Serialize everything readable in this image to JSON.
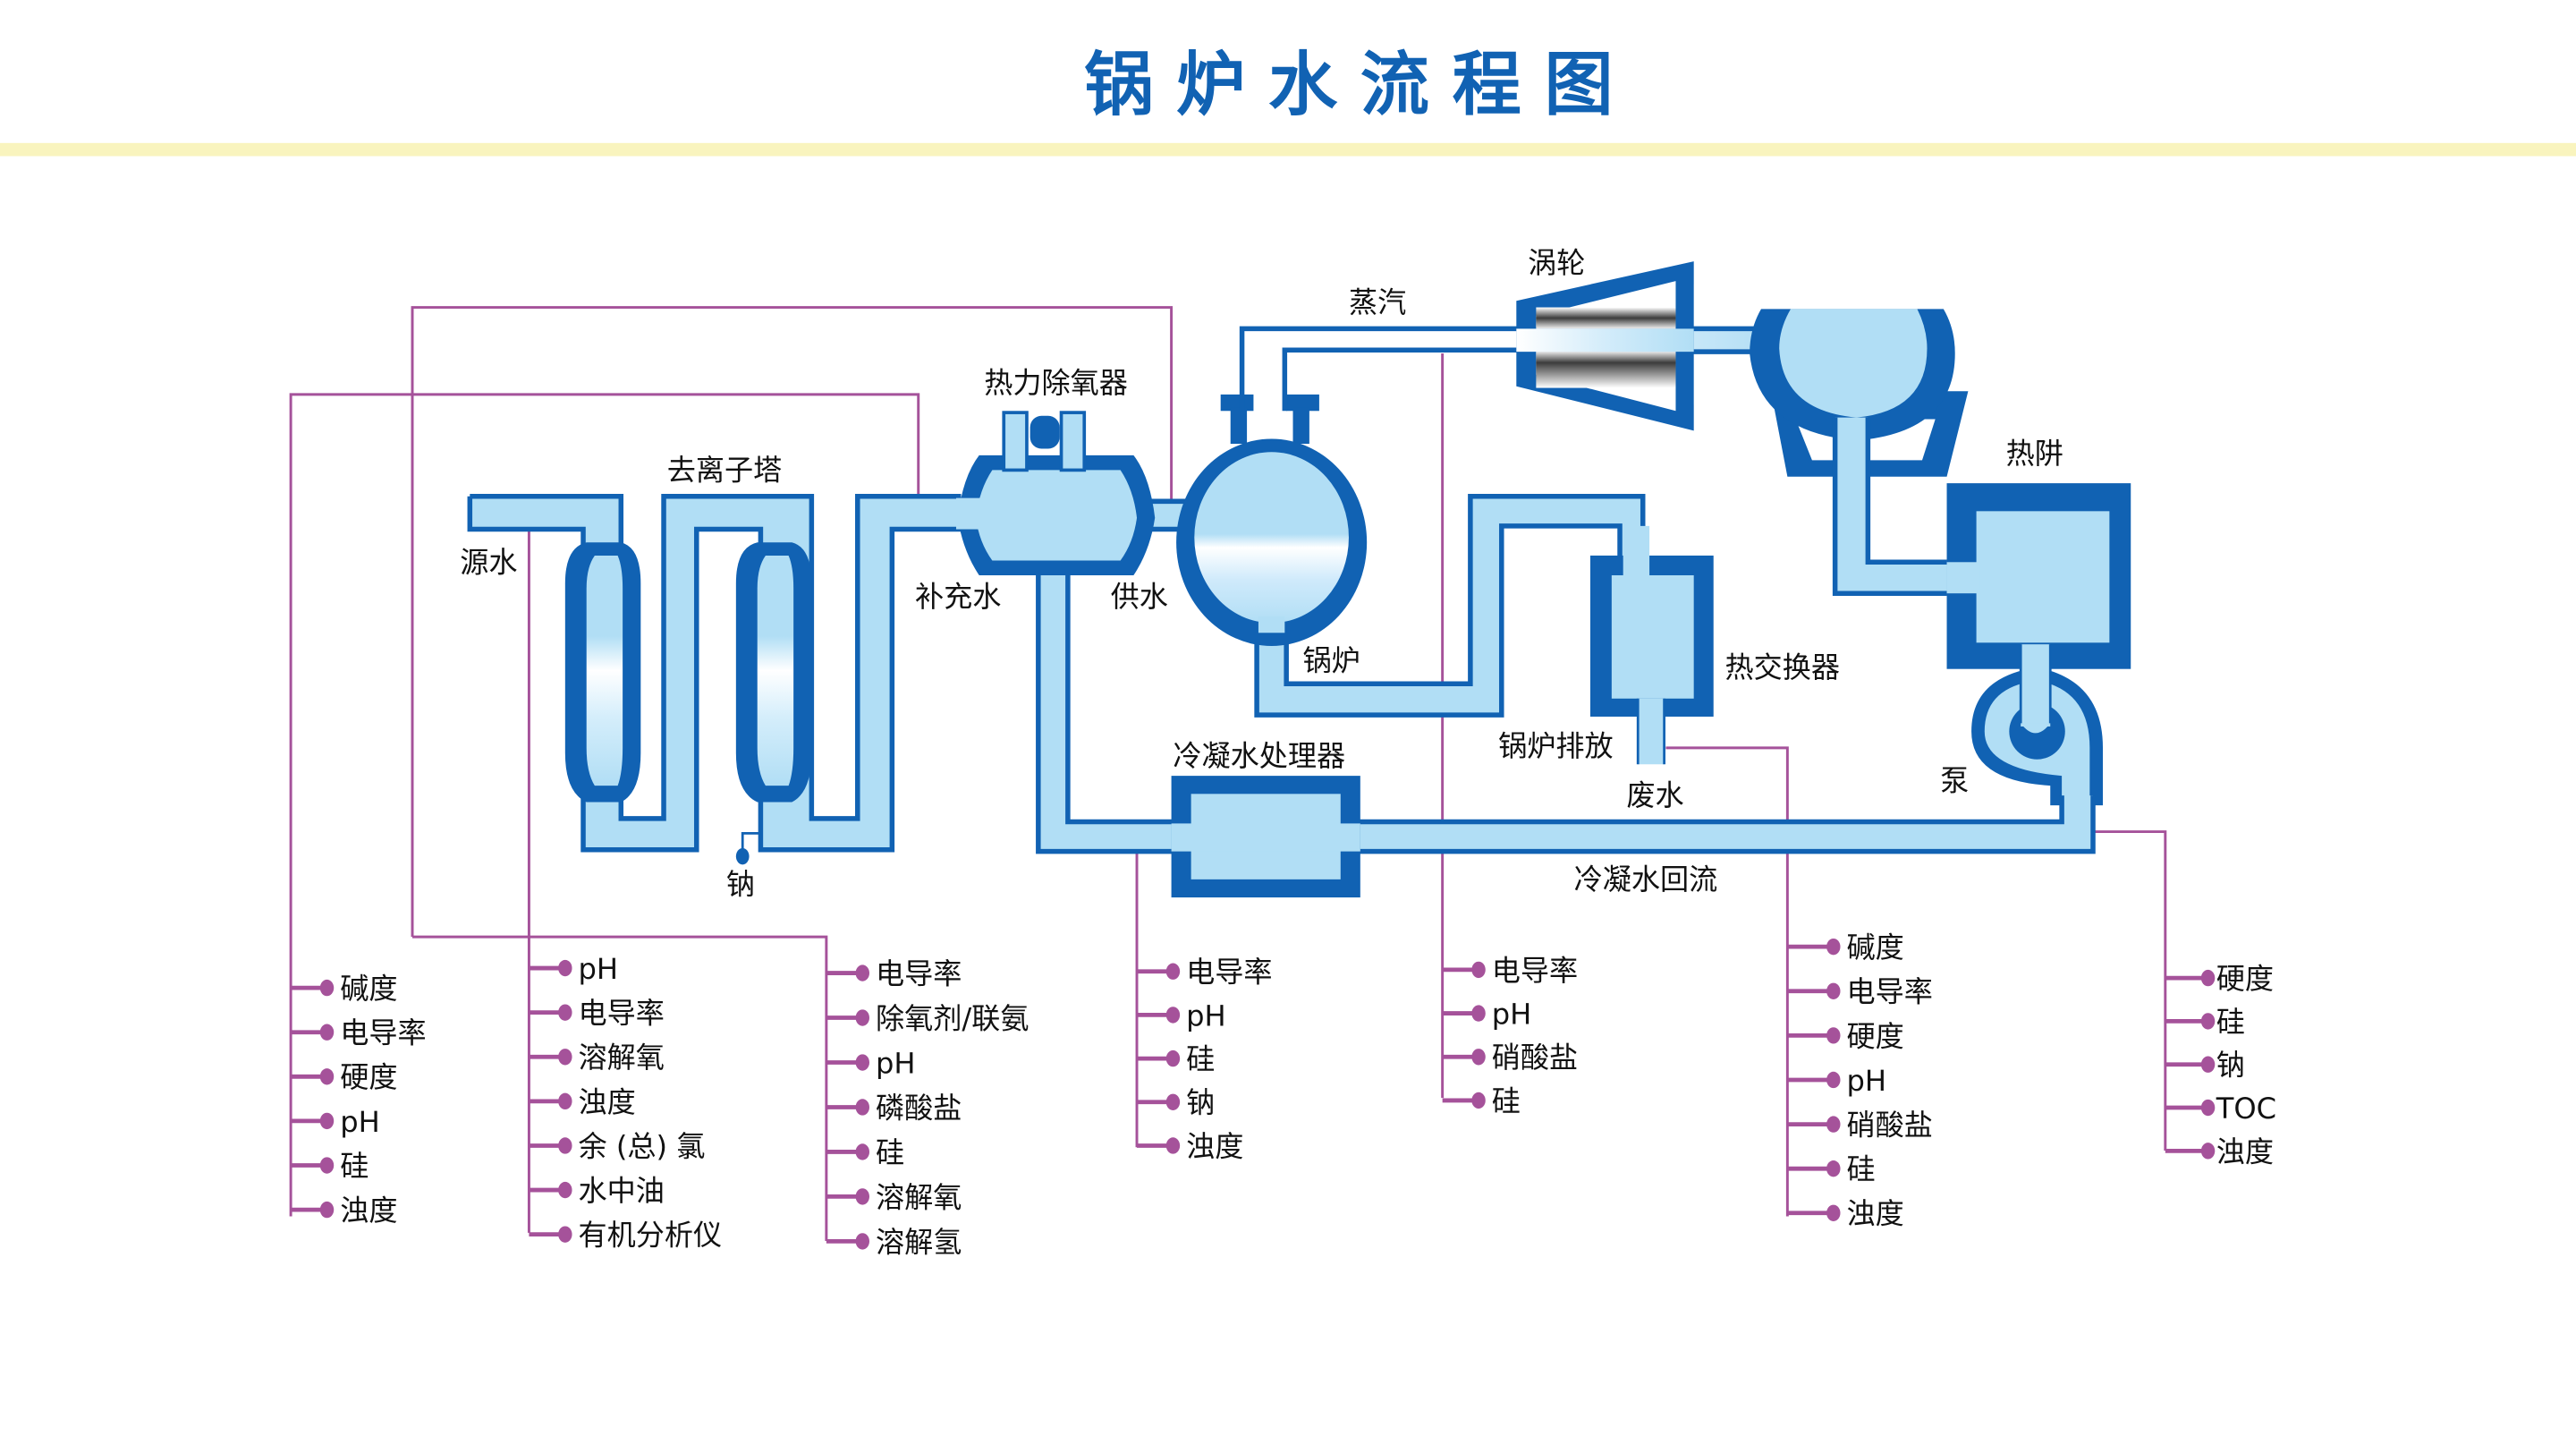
{
  "title": "锅炉水流程图",
  "colors": {
    "title": "#1162b3",
    "equipment_outline": "#1162b3",
    "water": "#b1def5",
    "signal_line": "#a5529a",
    "header_band": "#f9f4be"
  },
  "labels": {
    "source_water": "源水",
    "ion_exchange": "去离子塔",
    "sodium_probe": "钠",
    "makeup_water": "补充水",
    "deaerator": "热力除氧器",
    "feed_water": "供水",
    "boiler": "锅炉",
    "steam": "蒸汽",
    "turbine": "涡轮",
    "hotwell": "热阱",
    "heat_exchanger": "热交换器",
    "blowdown": "锅炉排放",
    "wastewater": "废水",
    "pump": "泵",
    "condensate_polisher": "冷凝水处理器",
    "condensate_return": "冷凝水回流"
  },
  "parameter_groups": [
    {
      "id": "feedwater",
      "items": [
        "碱度",
        "电导率",
        "硬度",
        "pH",
        "硅",
        "浊度"
      ]
    },
    {
      "id": "source-water",
      "items": [
        "pH",
        "电导率",
        "溶解氧",
        "浊度",
        "余 (总) 氯",
        "水中油",
        "有机分析仪"
      ]
    },
    {
      "id": "makeup-water",
      "items": [
        "电导率",
        "除氧剂/联氨",
        "pH",
        "磷酸盐",
        "硅",
        "溶解氧",
        "溶解氢"
      ]
    },
    {
      "id": "condensate-polisher",
      "items": [
        "电导率",
        "pH",
        "硅",
        "钠",
        "浊度"
      ]
    },
    {
      "id": "steam",
      "items": [
        "电导率",
        "pH",
        "硝酸盐",
        "硅"
      ]
    },
    {
      "id": "blowdown",
      "items": [
        "碱度",
        "电导率",
        "硬度",
        "pH",
        "硝酸盐",
        "硅",
        "浊度"
      ]
    },
    {
      "id": "condensate-return",
      "items": [
        "硬度",
        "硅",
        "钠",
        "TOC",
        "浊度"
      ]
    }
  ]
}
